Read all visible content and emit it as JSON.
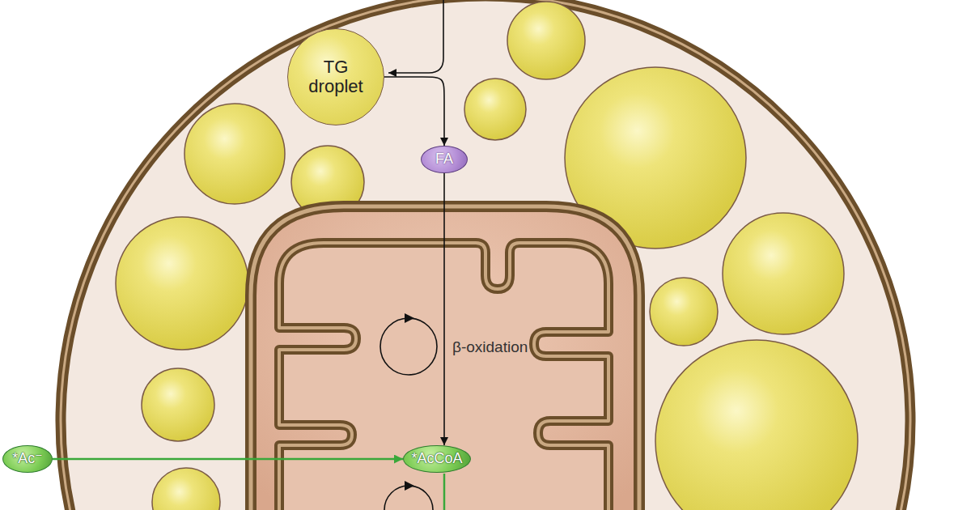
{
  "diagram": {
    "nodes": [
      {
        "text": [
          "TG droplet"
        ]
      },
      {
        "text": [
          "FA"
        ]
      },
      {
        "text": [
          "*AcCoA"
        ]
      },
      {
        "text": [
          "*Ac⁻"
        ]
      }
    ],
    "edges": [
      {
        "from": 0,
        "to": 1,
        "arrow": "to"
      },
      {
        "from": 1,
        "to": 2,
        "arrow": "to",
        "label": "β-oxidation"
      },
      {
        "from": 3,
        "to": 2,
        "arrow": "to"
      }
    ]
  }
}
